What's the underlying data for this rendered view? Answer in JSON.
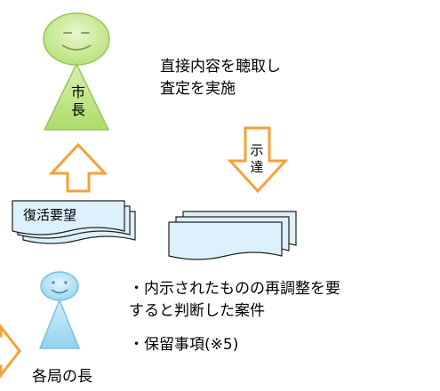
{
  "mayor": {
    "chars": [
      "市",
      "長"
    ]
  },
  "mayor_note": {
    "line1": "直接内容を聴取し",
    "line2": "査定を実施"
  },
  "notify_arrow": {
    "chars": [
      "示",
      "達"
    ]
  },
  "revival_doc": {
    "label": "復活要望"
  },
  "bullets": {
    "item1_line1": "・内示されたものの再調整を要",
    "item1_line2": "すると判断した案件",
    "item2": "・保留事項(※5)"
  },
  "bureau_chief": {
    "label": "各局の長"
  },
  "colors": {
    "mayor_fill": "#c3e88a",
    "mayor_stroke": "#9cc45c",
    "chief_fill": "#a9def4",
    "chief_stroke": "#7cc2df",
    "doc_fill": "#dcf1fb",
    "arrow_fill": "#ffffff",
    "arrow_stroke": "#f6a03a"
  }
}
